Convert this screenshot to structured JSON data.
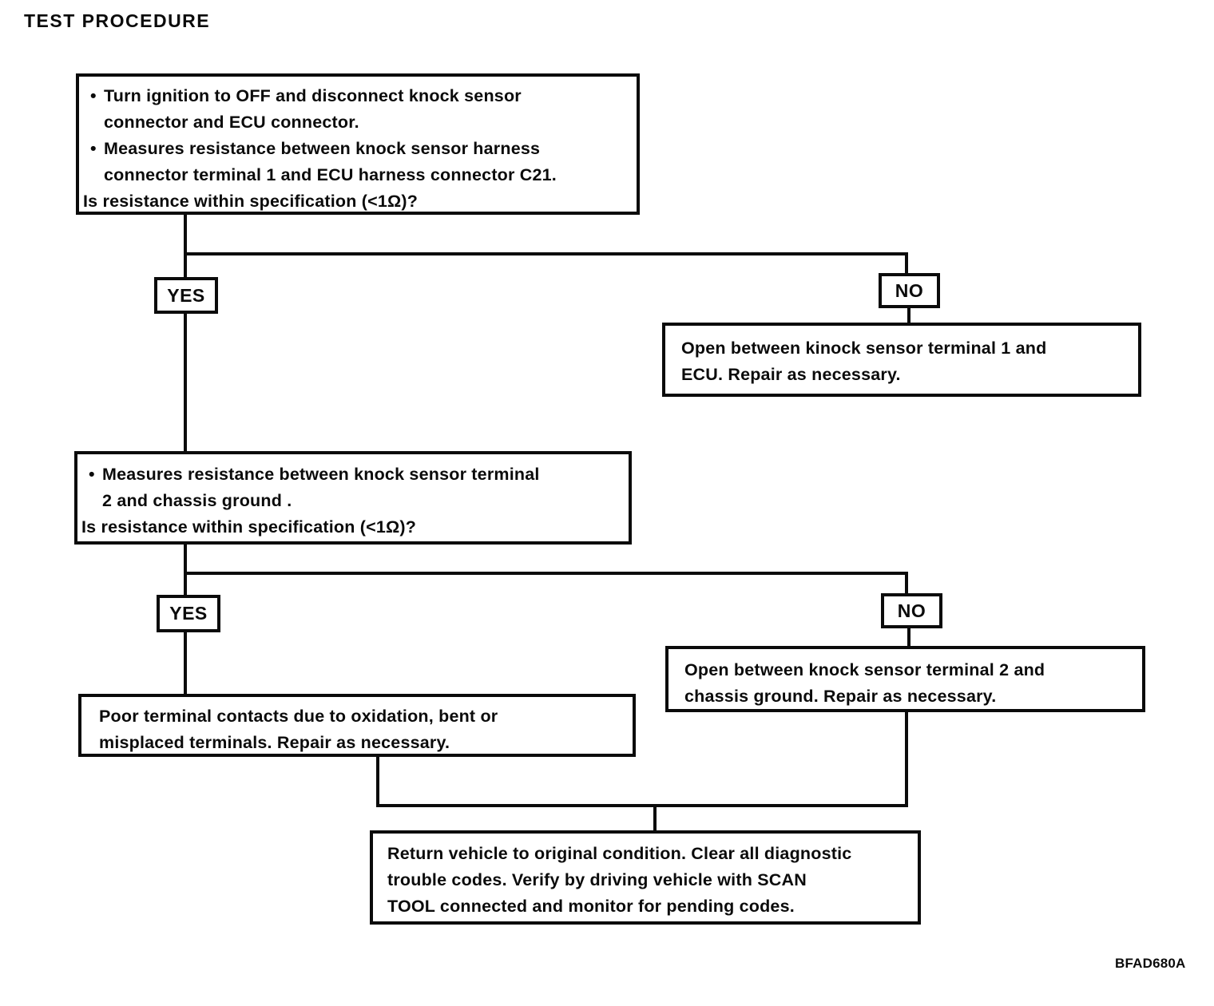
{
  "title": "TEST PROCEDURE",
  "glyphs": {
    "bullet": "•"
  },
  "flow": {
    "step1": {
      "bullet1": "Turn ignition to OFF and disconnect knock sensor\nconnector and ECU connector.",
      "bullet2": "Measures resistance between knock sensor harness\nconnector terminal 1 and ECU harness connector C21.",
      "question": "Is resistance within specification (<1Ω)?"
    },
    "decision1": {
      "yes": "YES",
      "no": "NO"
    },
    "no1_result": "Open between kinock sensor terminal 1 and\nECU. Repair as necessary.",
    "step2": {
      "bullet1": "Measures resistance between knock sensor terminal\n2 and chassis ground .",
      "question": "Is resistance within specification (<1Ω)?"
    },
    "decision2": {
      "yes": "YES",
      "no": "NO"
    },
    "no2_result": "Open between knock sensor terminal 2 and\nchassis ground. Repair as necessary.",
    "yes2_result": "Poor terminal contacts due to oxidation, bent or\nmisplaced terminals. Repair as necessary.",
    "final": "Return vehicle to original condition. Clear all diagnostic\ntrouble codes. Verify by driving vehicle with SCAN\nTOOL connected and monitor for pending codes.",
    "figure_code": "BFAD680A"
  }
}
